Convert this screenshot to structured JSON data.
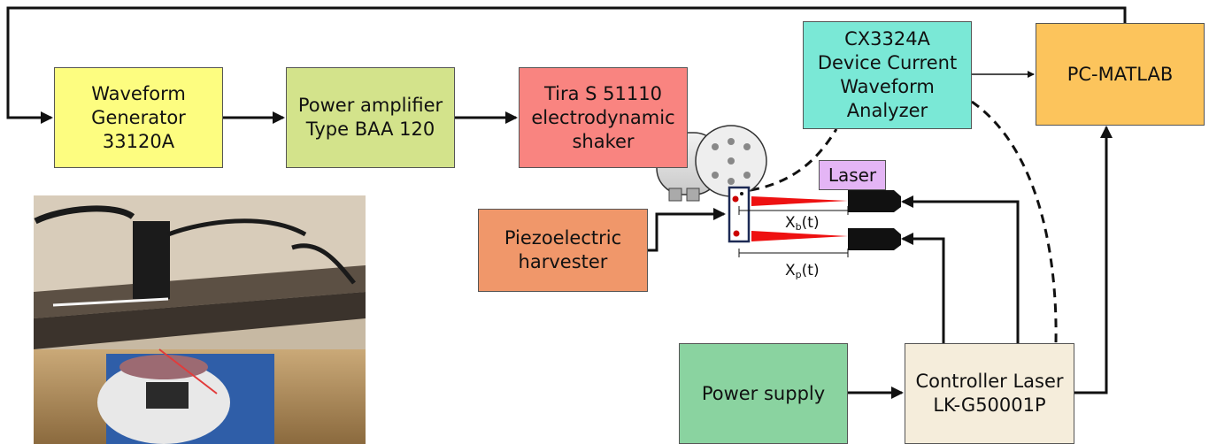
{
  "blocks": {
    "waveform_generator": "Waveform\nGenerator\n33120A",
    "power_amplifier": "Power amplifier\nType BAA 120",
    "shaker": "Tira S 51110\nelectrodynamic\nshaker",
    "analyzer": "CX3324A\nDevice Current\nWaveform\nAnalyzer",
    "pc": "PC-MATLAB",
    "piezo": "Piezoelectric\nharvester",
    "power_supply": "Power supply",
    "controller": "Controller Laser\nLK-G50001P",
    "laser": "Laser"
  },
  "measurements": {
    "xb_base": "X",
    "xb_sub": "b",
    "xb_suffix": "(t)",
    "xp_base": "X",
    "xp_sub": "p",
    "xp_suffix": "(t)"
  },
  "colors": {
    "waveform_generator": "#fdfd80",
    "power_amplifier": "#d3e38b",
    "shaker": "#f98480",
    "analyzer": "#7ae8d6",
    "pc": "#fcc45c",
    "piezo": "#f0976a",
    "power_supply": "#8ad3a0",
    "controller": "#f5eddb",
    "laser": "#e4b5f5",
    "laser_beam": "#ee1111"
  }
}
